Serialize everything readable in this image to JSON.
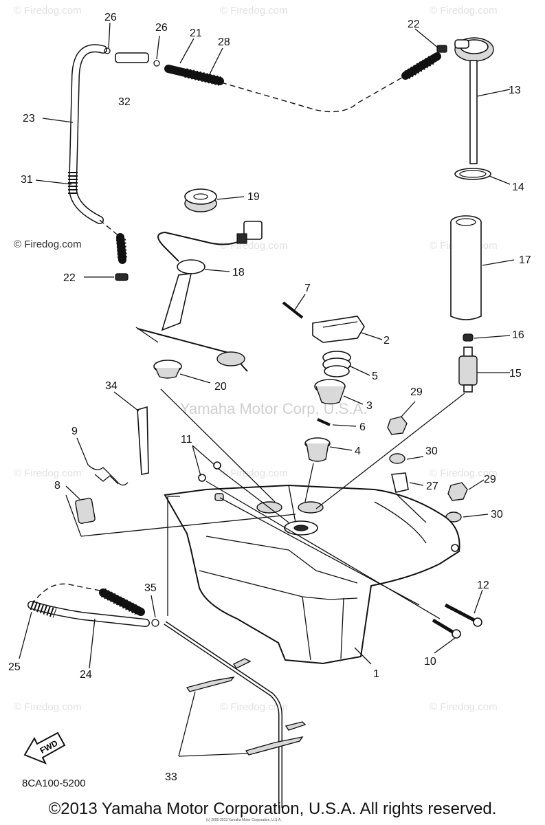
{
  "watermark": {
    "text": "© Firedog.com",
    "center_text": "Yamaha Motor Corp, U.S.A."
  },
  "callouts": [
    {
      "id": "c1",
      "label": "1"
    },
    {
      "id": "c2",
      "label": "2"
    },
    {
      "id": "c3",
      "label": "3"
    },
    {
      "id": "c4",
      "label": "4"
    },
    {
      "id": "c5",
      "label": "5"
    },
    {
      "id": "c6",
      "label": "6"
    },
    {
      "id": "c7",
      "label": "7"
    },
    {
      "id": "c8",
      "label": "8"
    },
    {
      "id": "c9",
      "label": "9"
    },
    {
      "id": "c10",
      "label": "10"
    },
    {
      "id": "c11",
      "label": "11"
    },
    {
      "id": "c12",
      "label": "12"
    },
    {
      "id": "c13",
      "label": "13"
    },
    {
      "id": "c14",
      "label": "14"
    },
    {
      "id": "c15",
      "label": "15"
    },
    {
      "id": "c16",
      "label": "16"
    },
    {
      "id": "c17",
      "label": "17"
    },
    {
      "id": "c18",
      "label": "18"
    },
    {
      "id": "c19",
      "label": "19"
    },
    {
      "id": "c20",
      "label": "20"
    },
    {
      "id": "c21",
      "label": "21"
    },
    {
      "id": "c22a",
      "label": "22"
    },
    {
      "id": "c22b",
      "label": "22"
    },
    {
      "id": "c23",
      "label": "23"
    },
    {
      "id": "c24",
      "label": "24"
    },
    {
      "id": "c25",
      "label": "25"
    },
    {
      "id": "c26a",
      "label": "26"
    },
    {
      "id": "c26b",
      "label": "26"
    },
    {
      "id": "c27",
      "label": "27"
    },
    {
      "id": "c28",
      "label": "28"
    },
    {
      "id": "c29a",
      "label": "29"
    },
    {
      "id": "c29b",
      "label": "29"
    },
    {
      "id": "c30a",
      "label": "30"
    },
    {
      "id": "c30b",
      "label": "30"
    },
    {
      "id": "c31",
      "label": "31"
    },
    {
      "id": "c32",
      "label": "32"
    },
    {
      "id": "c33",
      "label": "33"
    },
    {
      "id": "c34",
      "label": "34"
    },
    {
      "id": "c35",
      "label": "35"
    }
  ],
  "fwd_label": "FWD",
  "drawing_code": "8CA100-5200",
  "footer": "©2013 Yamaha Motor Corporation, U.S.A. All rights reserved.",
  "tiny_copyright": "(c) 2005-2013 Yamaha Motor Corporation, U.S.A."
}
